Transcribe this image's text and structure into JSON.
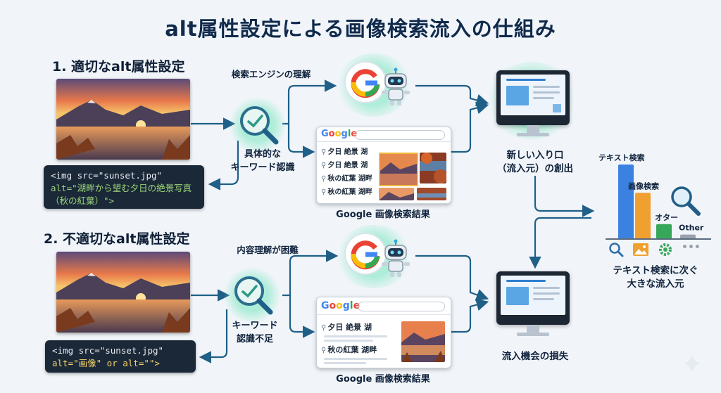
{
  "title": "alt属性設定による画像検索流入の仕組み",
  "section1": {
    "heading": "1. 適切なalt属性設定",
    "code_line1": "<img src=\"sunset.jpg\"",
    "code_line2": "alt=\"湖畔から望む夕日の絶景写真",
    "code_line3": "（秋の紅葉）\">",
    "engine_label": "検索エンジンの理解",
    "recognition_line1": "具体的な",
    "recognition_line2": "キーワード認識",
    "serp_rows": [
      "夕日 絶景 湖",
      "夕日 絶景 湖",
      "秋の紅葉 湖畔",
      "秋の紅葉 湖畔"
    ],
    "serp_caption": "Google 画像検索結果",
    "result_line1": "新しい入り口",
    "result_line2": "（流入元）の創出"
  },
  "section2": {
    "heading": "2. 不適切なalt属性設定",
    "code_line1": "<img src=\"sunset.jpg\"",
    "code_line2": "alt=\"画像\" or alt=\"\">",
    "engine_label": "内容理解が困難",
    "recognition_line1": "キーワード",
    "recognition_line2": "認識不足",
    "serp_rows": [
      "夕日 絶景 湖",
      "秋の紅葉 湖畔"
    ],
    "serp_caption": "Google 画像検索結果",
    "result_label": "流入機会の損失"
  },
  "google_word": [
    "G",
    "o",
    "o",
    "g",
    "l",
    "e"
  ],
  "google_colors": [
    "#4285F4",
    "#EA4335",
    "#FBBC05",
    "#4285F4",
    "#34A853",
    "#EA4335"
  ],
  "chart_data": {
    "type": "bar",
    "categories": [
      "テキスト検索",
      "画像検索",
      "オター",
      "Other"
    ],
    "values": [
      100,
      62,
      20,
      6
    ],
    "colors": [
      "#3b82e0",
      "#f0a030",
      "#37a85a",
      "#9aa3ad"
    ],
    "ylim": [
      0,
      100
    ],
    "grid": false,
    "legend": "none",
    "caption_line1": "テキスト検索に次ぐ",
    "caption_line2": "大きな流入元"
  },
  "colors": {
    "arrow": "#1f5f88",
    "accent": "#2c8fa8"
  }
}
